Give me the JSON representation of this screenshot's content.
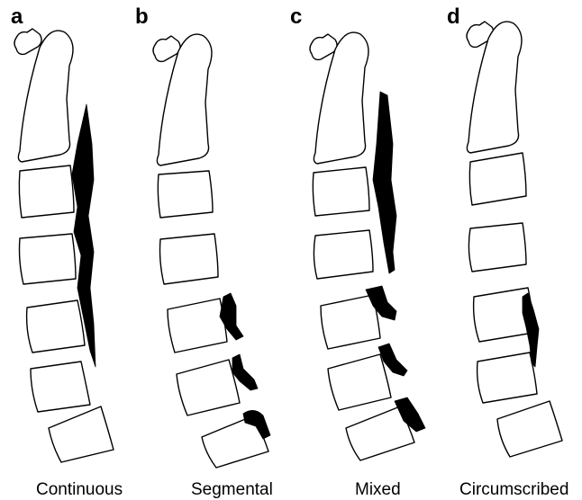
{
  "figure": {
    "panels": [
      {
        "letter": "a",
        "caption": "Continuous"
      },
      {
        "letter": "b",
        "caption": "Segmental"
      },
      {
        "letter": "c",
        "caption": "Mixed"
      },
      {
        "letter": "d",
        "caption": "Circumscribed"
      }
    ]
  }
}
